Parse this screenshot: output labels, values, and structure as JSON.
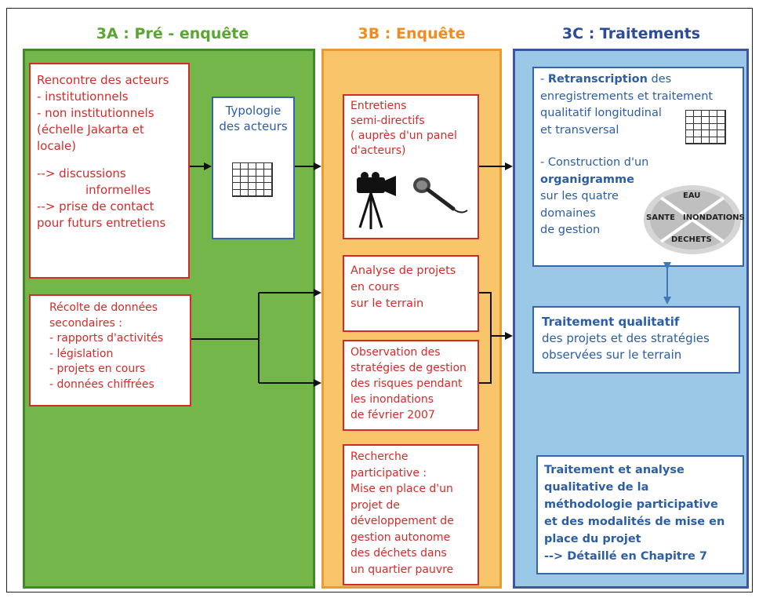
{
  "colors": {
    "green_fill": "#74b64a",
    "green_border": "#3f8b2a",
    "orange_fill": "#f8c56a",
    "orange_border": "#e79b33",
    "blue_fill": "#9cc8e8",
    "blue_border": "#3e55a3",
    "red_text": "#d22c2a",
    "blue_text": "#2b5ea6",
    "title_green": "#5aa633",
    "title_orange": "#ef8d22",
    "title_blue": "#2c4b9c"
  },
  "columns": {
    "a": {
      "title": "3A : Pré - enquête"
    },
    "b": {
      "title": "3B : Enquête"
    },
    "c": {
      "title": "3C : Traitements"
    }
  },
  "col_a": {
    "box1": {
      "line1": "Rencontre des acteurs",
      "line2": "- institutionnels",
      "line3": "- non institutionnels",
      "line4": "(échelle Jakarta  et",
      "line5": "locale)",
      "line6": "--> discussions",
      "line7": "informelles",
      "line8": "--> prise de contact",
      "line9": "pour futurs entretiens"
    },
    "typology": {
      "line1": "Typologie",
      "line2": "des acteurs",
      "icon": "table-grid-icon"
    },
    "box2": {
      "line1": "Récolte de données",
      "line2": "secondaires :",
      "line3": "- rapports d'activités",
      "line4": "- législation",
      "line5": "- projets en cours",
      "line6": "- données chiffrées"
    }
  },
  "col_b": {
    "box1": {
      "line1": "Entretiens",
      "line2": "semi-directifs",
      "line3": "( auprès d'un panel",
      "line4": "d'acteurs)",
      "icons": [
        "video-camera-icon",
        "microphone-icon"
      ]
    },
    "box2": {
      "line1": "Analyse de projets",
      "line2": "en cours",
      "line3": "sur le terrain"
    },
    "box3": {
      "line1": "Observation des",
      "line2": "stratégies de gestion",
      "line3": "des risques pendant",
      "line4": "les inondations",
      "line5": "de février 2007"
    },
    "box4": {
      "line1": "Recherche",
      "line2": "participative :",
      "line3": "Mise en place d'un",
      "line4": "projet de",
      "line5": "développement de",
      "line6": "gestion autonome",
      "line7": "des déchets dans",
      "line8": "un quartier pauvre"
    }
  },
  "col_c": {
    "box1": {
      "dash1": "- ",
      "bold1": "Retranscription",
      "rest1": " des",
      "line2": "enregistrements et traitement",
      "line3": "qualitatif longitudinal",
      "line4": "et transversal",
      "line5": "- Construction d'un",
      "bold2": "organigramme",
      "line7": "sur les quatre",
      "line8": "domaines",
      "line9": "de gestion",
      "diagram": {
        "top": "EAU",
        "left": "SANTE",
        "right": "INONDATIONS",
        "bottom": "DECHETS"
      }
    },
    "box2": {
      "bold": "Traitement qualitatif",
      "line2": "des projets et des stratégies",
      "line3": "observées sur le terrain"
    },
    "box3": {
      "line1": "Traitement et analyse",
      "line2": "qualitative de la",
      "line3": "méthodologie participative",
      "line4": "et des modalités de mise en",
      "line5": "place du projet",
      "line6": "--> Détaillé en Chapitre 7"
    }
  }
}
